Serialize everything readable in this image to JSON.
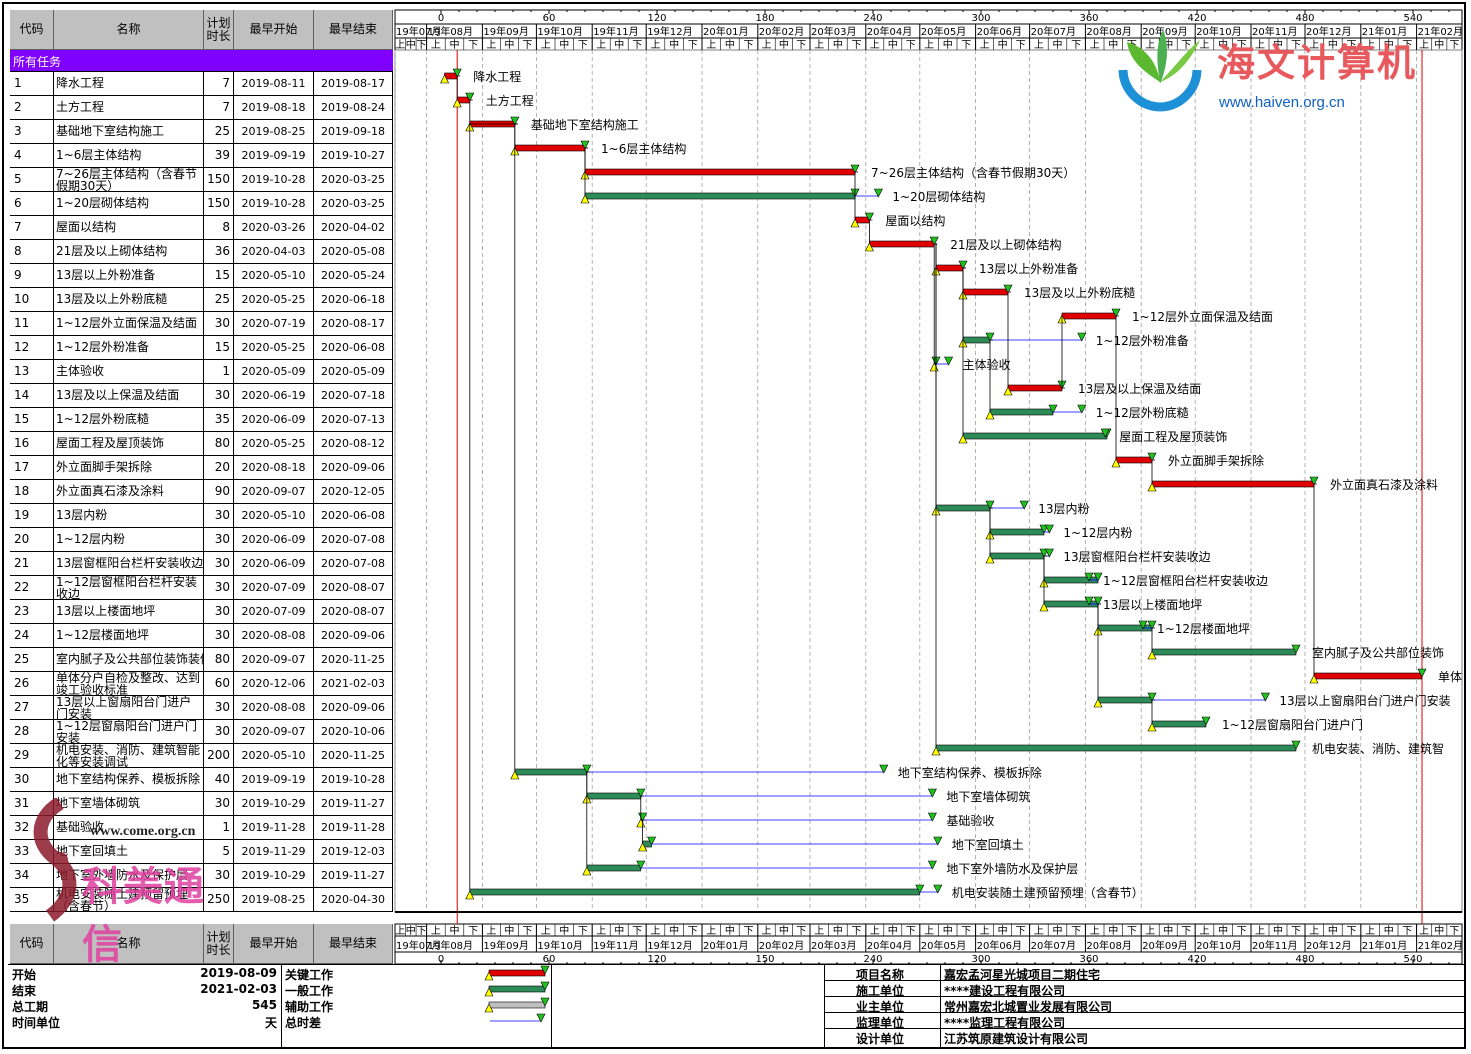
{
  "columns": {
    "code": "代码",
    "name": "名称",
    "duration": "计划时长",
    "start": "最早开始",
    "end": "最早结束"
  },
  "group_label": "所有任务",
  "tasks": [
    {
      "code": "1",
      "name": "降水工程",
      "duration": "7",
      "start": "2019-08-11",
      "end": "2019-08-17",
      "type": "critical"
    },
    {
      "code": "2",
      "name": "土方工程",
      "duration": "7",
      "start": "2019-08-18",
      "end": "2019-08-24",
      "type": "critical"
    },
    {
      "code": "3",
      "name": "基础地下室结构施工",
      "duration": "25",
      "start": "2019-08-25",
      "end": "2019-09-18",
      "type": "critical"
    },
    {
      "code": "4",
      "name": "1~6层主体结构",
      "duration": "39",
      "start": "2019-09-19",
      "end": "2019-10-27",
      "type": "critical"
    },
    {
      "code": "5",
      "name": "7~26层主体结构（含春节假期30天）",
      "duration": "150",
      "start": "2019-10-28",
      "end": "2020-03-25",
      "type": "critical"
    },
    {
      "code": "6",
      "name": "1~20层砌体结构",
      "duration": "150",
      "start": "2019-10-28",
      "end": "2020-03-25",
      "type": "normal"
    },
    {
      "code": "7",
      "name": "屋面以结构",
      "duration": "8",
      "start": "2020-03-26",
      "end": "2020-04-02",
      "type": "critical"
    },
    {
      "code": "8",
      "name": "21层及以上砌体结构",
      "duration": "36",
      "start": "2020-04-03",
      "end": "2020-05-08",
      "type": "critical"
    },
    {
      "code": "9",
      "name": "13层以上外粉准备",
      "duration": "15",
      "start": "2020-05-10",
      "end": "2020-05-24",
      "type": "critical"
    },
    {
      "code": "10",
      "name": "13层及以上外粉底糙",
      "duration": "25",
      "start": "2020-05-25",
      "end": "2020-06-18",
      "type": "critical"
    },
    {
      "code": "11",
      "name": "1~12层外立面保温及结面",
      "duration": "30",
      "start": "2020-07-19",
      "end": "2020-08-17",
      "type": "critical"
    },
    {
      "code": "12",
      "name": "1~12层外粉准备",
      "duration": "15",
      "start": "2020-05-25",
      "end": "2020-06-08",
      "type": "normal"
    },
    {
      "code": "13",
      "name": "主体验收",
      "duration": "1",
      "start": "2020-05-09",
      "end": "2020-05-09",
      "type": "normal"
    },
    {
      "code": "14",
      "name": "13层及以上保温及结面",
      "duration": "30",
      "start": "2020-06-19",
      "end": "2020-07-18",
      "type": "critical"
    },
    {
      "code": "15",
      "name": "1~12层外粉底糙",
      "duration": "35",
      "start": "2020-06-09",
      "end": "2020-07-13",
      "type": "normal"
    },
    {
      "code": "16",
      "name": "屋面工程及屋顶装饰",
      "duration": "80",
      "start": "2020-05-25",
      "end": "2020-08-12",
      "type": "normal"
    },
    {
      "code": "17",
      "name": "外立面脚手架拆除",
      "duration": "20",
      "start": "2020-08-18",
      "end": "2020-09-06",
      "type": "critical"
    },
    {
      "code": "18",
      "name": "外立面真石漆及涂料",
      "duration": "90",
      "start": "2020-09-07",
      "end": "2020-12-05",
      "type": "critical"
    },
    {
      "code": "19",
      "name": "13层内粉",
      "duration": "30",
      "start": "2020-05-10",
      "end": "2020-06-08",
      "type": "normal"
    },
    {
      "code": "20",
      "name": "1~12层内粉",
      "duration": "30",
      "start": "2020-06-09",
      "end": "2020-07-08",
      "type": "normal"
    },
    {
      "code": "21",
      "name": "13层窗框阳台栏杆安装收边",
      "duration": "30",
      "start": "2020-06-09",
      "end": "2020-07-08",
      "type": "normal"
    },
    {
      "code": "22",
      "name": "1~12层窗框阳台栏杆安装收边",
      "duration": "30",
      "start": "2020-07-09",
      "end": "2020-08-07",
      "type": "normal"
    },
    {
      "code": "23",
      "name": "13层以上楼面地坪",
      "duration": "30",
      "start": "2020-07-09",
      "end": "2020-08-07",
      "type": "normal"
    },
    {
      "code": "24",
      "name": "1~12层楼面地坪",
      "duration": "30",
      "start": "2020-08-08",
      "end": "2020-09-06",
      "type": "normal"
    },
    {
      "code": "25",
      "name": "室内腻子及公共部位装饰装修",
      "duration": "80",
      "start": "2020-09-07",
      "end": "2020-11-25",
      "type": "normal"
    },
    {
      "code": "26",
      "name": "单体分户自检及整改、达到竣工验收标准",
      "duration": "60",
      "start": "2020-12-06",
      "end": "2021-02-03",
      "type": "critical"
    },
    {
      "code": "27",
      "name": "13层以上窗扇阳台门进户门安装",
      "duration": "30",
      "start": "2020-08-08",
      "end": "2020-09-06",
      "type": "normal"
    },
    {
      "code": "28",
      "name": "1~12层窗扇阳台门进户门安装",
      "duration": "30",
      "start": "2020-09-07",
      "end": "2020-10-06",
      "type": "normal"
    },
    {
      "code": "29",
      "name": "机电安装、消防、建筑智能化等安装调试",
      "duration": "200",
      "start": "2020-05-10",
      "end": "2020-11-25",
      "type": "normal"
    },
    {
      "code": "30",
      "name": "地下室结构保养、模板拆除",
      "duration": "40",
      "start": "2019-09-19",
      "end": "2019-10-28",
      "type": "normal"
    },
    {
      "code": "31",
      "name": "地下室墙体砌筑",
      "duration": "30",
      "start": "2019-10-29",
      "end": "2019-11-27",
      "type": "normal"
    },
    {
      "code": "32",
      "name": "基础验收",
      "duration": "1",
      "start": "2019-11-28",
      "end": "2019-11-28",
      "type": "normal"
    },
    {
      "code": "33",
      "name": "地下室回填土",
      "duration": "5",
      "start": "2019-11-29",
      "end": "2019-12-03",
      "type": "normal"
    },
    {
      "code": "34",
      "name": "地下室外墙防水及保护层",
      "duration": "30",
      "start": "2019-10-29",
      "end": "2019-11-27",
      "type": "normal"
    },
    {
      "code": "35",
      "name": "机电安装随土建预留预埋（含春节）",
      "duration": "250",
      "start": "2019-08-25",
      "end": "2020-04-30",
      "type": "normal"
    }
  ],
  "bar_labels": [
    "降水工程",
    "土方工程",
    "基础地下室结构施工",
    "1~6层主体结构",
    "7~26层主体结构（含春节假期30天）",
    "1~20层砌体结构",
    "屋面以结构",
    "21层及以上砌体结构",
    "13层以上外粉准备",
    "13层及以上外粉底糙",
    "1~12层外立面保温及结面",
    "1~12层外粉准备",
    "主体验收",
    "13层及以上保温及结面",
    "1~12层外粉底糙",
    "屋面工程及屋顶装饰",
    "外立面脚手架拆除",
    "外立面真石漆及涂料",
    "13层内粉",
    "1~12层内粉",
    "13层窗框阳台栏杆安装收边",
    "1~12层窗框阳台栏杆安装收边",
    "13层以上楼面地坪",
    "1~12层楼面地坪",
    "室内腻子及公共部位装饰",
    "单体",
    "13层以上窗扇阳台门进户门安装",
    "1~12层窗扇阳台门进户门",
    "机电安装、消防、建筑智",
    "地下室结构保养、模板拆除",
    "地下室墙体砌筑",
    "基础验收",
    "地下室回填土",
    "地下室外墙防水及保护层",
    "机电安装随土建预留预埋（含春节）"
  ],
  "timeline": {
    "months": [
      "19年07月",
      "19年08月",
      "19年09月",
      "19年10月",
      "19年11月",
      "19年12月",
      "20年01月",
      "20年02月",
      "20年03月",
      "20年04月",
      "20年05月",
      "20年06月",
      "20年07月",
      "20年08月",
      "20年09月",
      "20年10月",
      "20年11月",
      "20年12月",
      "21年01月",
      "21年02月"
    ],
    "day_ticks_top": [
      "0",
      "60",
      "120",
      "180",
      "240",
      "300",
      "360",
      "420",
      "480",
      "540"
    ],
    "day_ticks_bottom": [
      "0",
      "60",
      "120",
      "150",
      "240",
      "300",
      "360",
      "420",
      "480",
      "540"
    ],
    "periods": [
      "中",
      "下",
      "上"
    ]
  },
  "footer": {
    "start_label": "开始",
    "start_value": "2019-08-09",
    "end_label": "结束",
    "end_value": "2021-02-03",
    "total_label": "总工期",
    "total_value": "545",
    "unit_label": "时间单位",
    "unit_value": "天",
    "legend": [
      {
        "label": "关键工作",
        "color": "#e00000"
      },
      {
        "label": "一般工作",
        "color": "#2e8b57"
      },
      {
        "label": "辅助工作",
        "color": "#c0c0c0"
      },
      {
        "label": "总时差",
        "color": "#0000ff"
      }
    ],
    "info": [
      {
        "label": "项目名称",
        "value": "嘉宏孟河星光城项目二期住宅"
      },
      {
        "label": "施工单位",
        "value": "****建设工程有限公司"
      },
      {
        "label": "业主单位",
        "value": "常州嘉宏北城置业发展有限公司"
      },
      {
        "label": "监理单位",
        "value": "****监理工程有限公司"
      },
      {
        "label": "设计单位",
        "value": "江苏筑原建筑设计有限公司"
      }
    ]
  },
  "watermark_top": {
    "name": "海文计算机",
    "url": "www.haiven.org.cn"
  },
  "watermark_bottom": {
    "name": "科美通信",
    "url": "www.come.org.cn"
  },
  "colors": {
    "critical": "#e00000",
    "normal": "#2e8b57",
    "float": "#0000ff",
    "group": "#8000ff"
  }
}
